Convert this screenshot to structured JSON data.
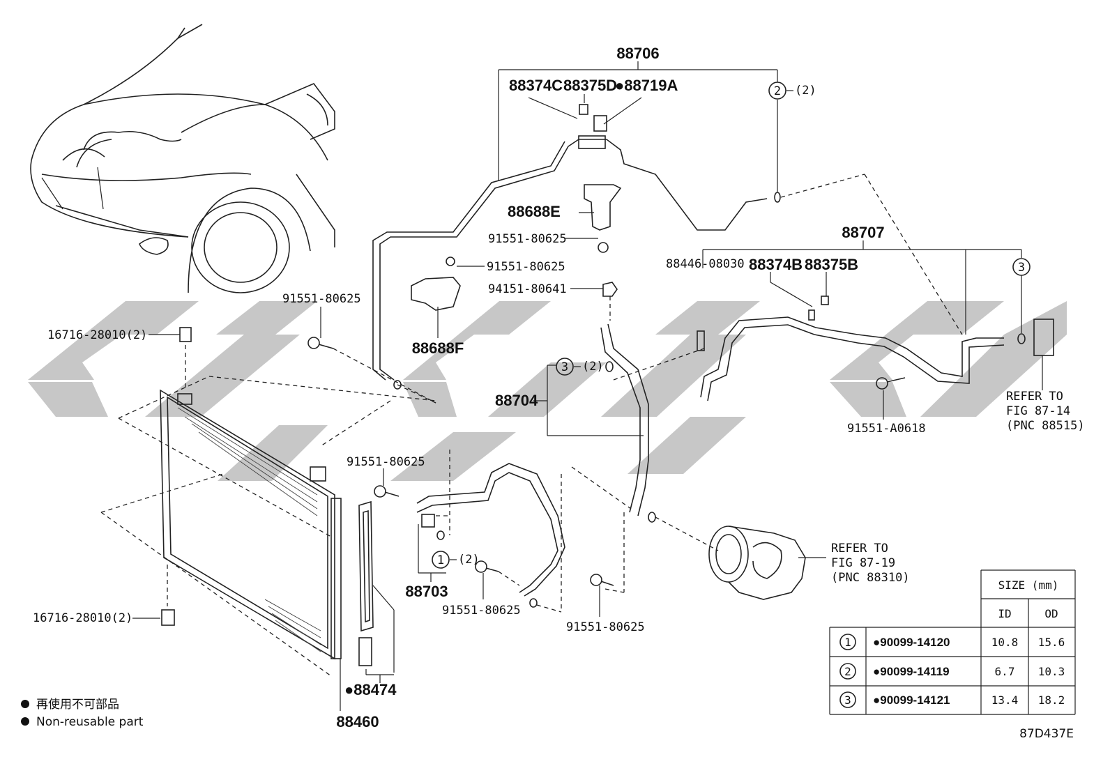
{
  "diagram": {
    "figure_code": "87D437E",
    "legend": {
      "line1": "再使用不可部品",
      "line2": "Non-reusable part"
    },
    "labels": {
      "p88706": "88706",
      "p88374C": "88374C",
      "p88375D": "88375D",
      "p88719A": "●88719A",
      "c2_top": "(2)",
      "p88688E": "88688E",
      "b91551_a": "91551-80625",
      "b91551_b": "91551-80625",
      "p88688F": "88688F",
      "p94151": "94151-80641",
      "p88707": "88707",
      "p88446": "88446-08030",
      "p88374B": "88374B",
      "p88375B": "88375B",
      "p91551_left": "91551-80625",
      "p16716_top": "16716-28010(2)",
      "c3_mid": "(2)",
      "p88704": "88704",
      "p91551A0618": "91551-A0618",
      "refer1_a": "REFER TO",
      "refer1_b": "FIG 87-14",
      "refer1_c": "(PNC 88515)",
      "p91551_c": "91551-80625",
      "c1": "(2)",
      "p88703": "88703",
      "p91551_d": "91551-80625",
      "p91551_e": "91551-80625",
      "refer2_a": "REFER TO",
      "refer2_b": "FIG 87-19",
      "refer2_c": "(PNC 88310)",
      "p16716_bot": "16716-28010(2)",
      "p88474": "●88474",
      "p88460": "88460"
    },
    "circles": {
      "one": "1",
      "two": "2",
      "three": "3"
    },
    "size_table": {
      "header": "SIZE (mm)",
      "col_id": "ID",
      "col_od": "OD",
      "rows": [
        {
          "ref": "1",
          "part": "●90099-14120",
          "id": "10.8",
          "od": "15.6"
        },
        {
          "ref": "2",
          "part": "●90099-14119",
          "id": "6.7",
          "od": "10.3"
        },
        {
          "ref": "3",
          "part": "●90099-14121",
          "id": "13.4",
          "od": "18.2"
        }
      ]
    }
  }
}
